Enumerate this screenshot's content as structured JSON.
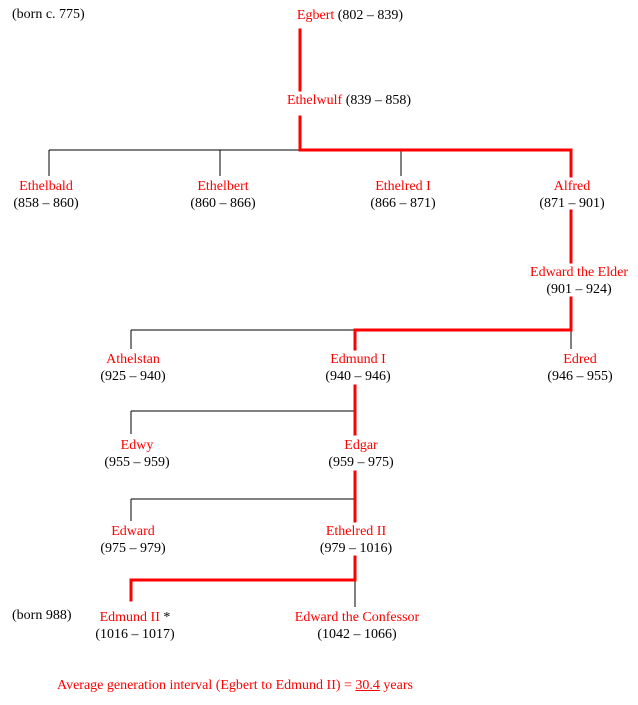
{
  "notes": {
    "egbert_born": "(born c. 775)",
    "edmund_ii_born": "(born 988)"
  },
  "nodes": {
    "egbert": {
      "name": "Egbert",
      "dates": "(802 – 839)"
    },
    "ethelwulf": {
      "name": "Ethelwulf",
      "dates": "(839 – 858)"
    },
    "ethelbald": {
      "name": "Ethelbald",
      "dates": "(858 – 860)"
    },
    "ethelbert": {
      "name": "Ethelbert",
      "dates": "(860 – 866)"
    },
    "ethelred_i": {
      "name": "Ethelred I",
      "dates": "(866 – 871)"
    },
    "alfred": {
      "name": "Alfred",
      "dates": "(871 – 901)"
    },
    "edward_elder": {
      "name": "Edward the Elder",
      "dates": "(901 – 924)"
    },
    "athelstan": {
      "name": "Athelstan",
      "dates": "(925 – 940)"
    },
    "edmund_i": {
      "name": "Edmund I",
      "dates": "(940 – 946)"
    },
    "edred": {
      "name": "Edred",
      "dates": "(946 – 955)"
    },
    "edwy": {
      "name": "Edwy",
      "dates": "(955 – 959)"
    },
    "edgar": {
      "name": "Edgar",
      "dates": "(959 – 975)"
    },
    "edward": {
      "name": "Edward",
      "dates": "(975 – 979)"
    },
    "ethelred_ii": {
      "name": "Ethelred II",
      "dates": "(979 – 1016)"
    },
    "edmund_ii": {
      "name": "Edmund II",
      "marker": "*",
      "dates": "(1016 – 1017)"
    },
    "edward_confessor": {
      "name": "Edward the Confessor",
      "dates": "(1042 – 1066)"
    }
  },
  "footer": {
    "label": "Average generation interval (Egbert to Edmund II)  =",
    "value": "30.4",
    "unit": "years"
  },
  "colors": {
    "lineage": "#ff0000",
    "branch": "#000000",
    "name_text": "#ff0000"
  }
}
